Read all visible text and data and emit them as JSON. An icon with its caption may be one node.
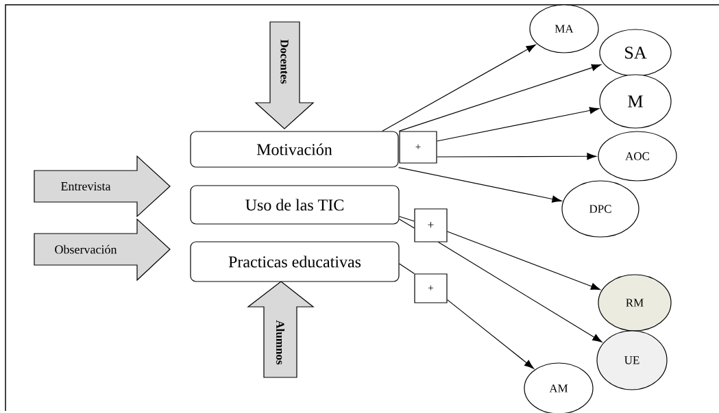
{
  "diagram": {
    "nodes": [
      {
        "text": [
          "Docentes"
        ]
      },
      {
        "text": [
          "Entrevista"
        ]
      },
      {
        "text": [
          "Observación"
        ]
      },
      {
        "text": [
          "Alumnos"
        ]
      },
      {
        "text": [
          "Motivación"
        ]
      },
      {
        "text": [
          "+"
        ]
      },
      {
        "text": [
          "Uso de las TIC"
        ]
      },
      {
        "text": [
          "+"
        ]
      },
      {
        "text": [
          "Practicas educativas"
        ]
      },
      {
        "text": [
          "+"
        ]
      },
      {
        "text": [
          "MA"
        ]
      },
      {
        "text": [
          "SA"
        ]
      },
      {
        "text": [
          "M"
        ]
      },
      {
        "text": [
          "AOC"
        ]
      },
      {
        "text": [
          "DPC"
        ]
      },
      {
        "text": [
          "RM"
        ]
      },
      {
        "text": [
          "UE"
        ]
      },
      {
        "text": [
          "AM"
        ]
      }
    ],
    "edges": [
      {
        "from": 4,
        "to": 10,
        "arrow": "to"
      },
      {
        "from": 5,
        "to": 11,
        "arrow": "to"
      },
      {
        "from": 5,
        "to": 12,
        "arrow": "to"
      },
      {
        "from": 5,
        "to": 13,
        "arrow": "to"
      },
      {
        "from": 4,
        "to": 14,
        "arrow": "to"
      },
      {
        "from": 6,
        "to": 7,
        "arrow": "none"
      },
      {
        "from": 6,
        "to": 7,
        "arrow": "none"
      },
      {
        "from": 7,
        "to": 15,
        "arrow": "to"
      },
      {
        "from": 7,
        "to": 16,
        "arrow": "to"
      },
      {
        "from": 8,
        "to": 9,
        "arrow": "none"
      },
      {
        "from": 9,
        "to": 17,
        "arrow": "to"
      }
    ]
  }
}
